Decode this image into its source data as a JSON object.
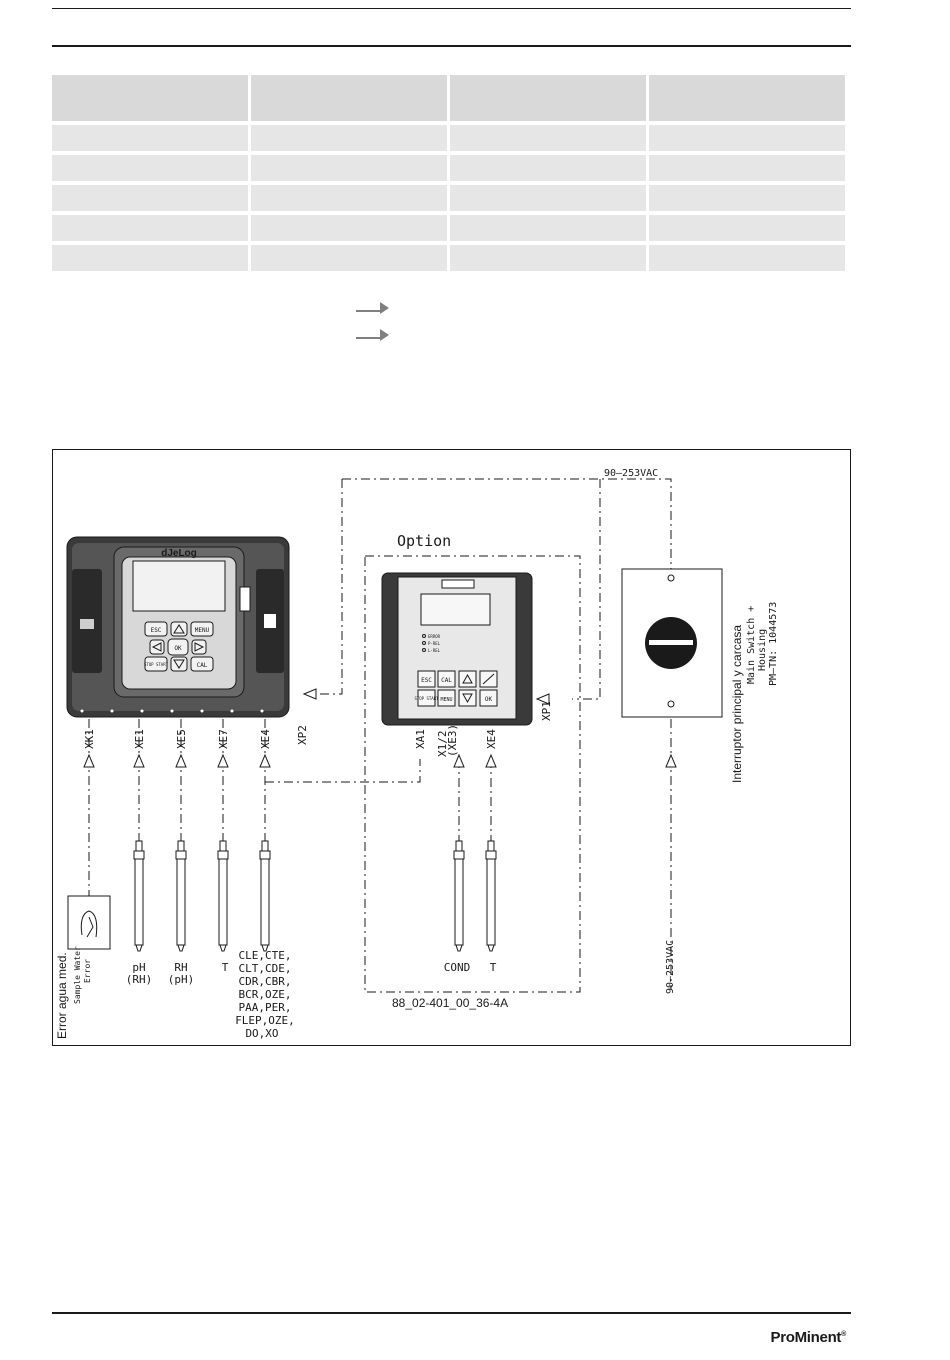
{
  "diagram": {
    "ports": {
      "xk1": "XK1",
      "xe1": "XE1",
      "xe5": "XE5",
      "xe7": "XE7",
      "xe4": "XE4",
      "xp2": "XP2",
      "xa1": "XA1",
      "x1_2": "X1/2",
      "xe3": "(XE3)",
      "xe4_opt": "XE4",
      "xp1": "XP1"
    },
    "supply_top": "90–253VAC",
    "supply_bottom": "90–253VAC",
    "option_label": "Option",
    "device_brand": "dJeLog",
    "keypad_main": {
      "esc": "ESC",
      "menu": "MENU",
      "ok": "OK",
      "stop": "STOP START",
      "cal": "CAL"
    },
    "keypad_option": {
      "esc": "ESC",
      "cal": "CAL",
      "menu": "MENU",
      "ok": "OK",
      "stop": "STOP START"
    },
    "option_leds": [
      "ERROR",
      "P-REL",
      "L-REL"
    ],
    "sensor_labels": {
      "ph": [
        "pH",
        "(RH)"
      ],
      "rh": [
        "RH",
        "(pH)"
      ],
      "t": "T",
      "multi": [
        "CLE,CTE,",
        "CLT,CDE,",
        "CDR,CBR,",
        "BCR,OZE,",
        "PAA,PER,",
        "FLEP,OZE,",
        "DO,XO"
      ],
      "cond": "COND",
      "t_opt": "T"
    },
    "switch_labels": [
      "Interruptor principal y carcasa",
      "Main Switch +",
      "Housing",
      "PM–TN: 1044573"
    ],
    "error_labels": [
      "Error agua med.",
      "Sample Water",
      "Error"
    ],
    "drawing_number": "88_02-401_00_36-4A"
  },
  "footer": {
    "brand": "ProMinent",
    "reg": "®"
  },
  "colors": {
    "ink": "#1a1a1a",
    "table_header": "#d9d9d9",
    "table_row": "#e6e6e6",
    "arrow": "#808080"
  }
}
